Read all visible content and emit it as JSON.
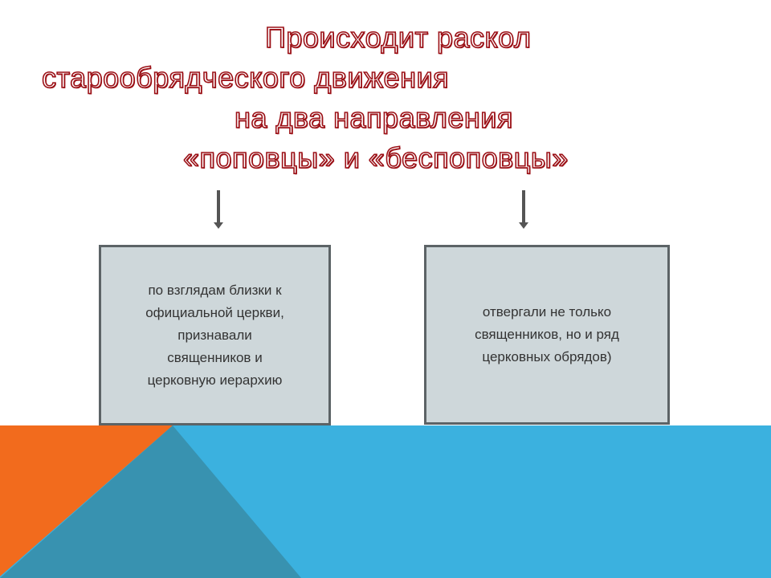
{
  "title": {
    "line1": "Происходит  раскол",
    "line2": "старообрядческого движения",
    "line3": "на два направления",
    "line4": "«поповцы» и «беспоповцы»"
  },
  "boxes": {
    "left": {
      "line1": "по взглядам близки к",
      "line2": "официальной церкви,",
      "line3": "признавали",
      "line4": "священников и",
      "line5": "церковную иерархию"
    },
    "right": {
      "line1": "отвергали не только",
      "line2": "священников, но и ряд",
      "line3": "церковных обрядов)"
    }
  },
  "colors": {
    "title": "#9b1016",
    "orange": "#f26b1d",
    "teal": "#3892b0",
    "blue": "#3bb1df",
    "box": "#ced7da"
  }
}
